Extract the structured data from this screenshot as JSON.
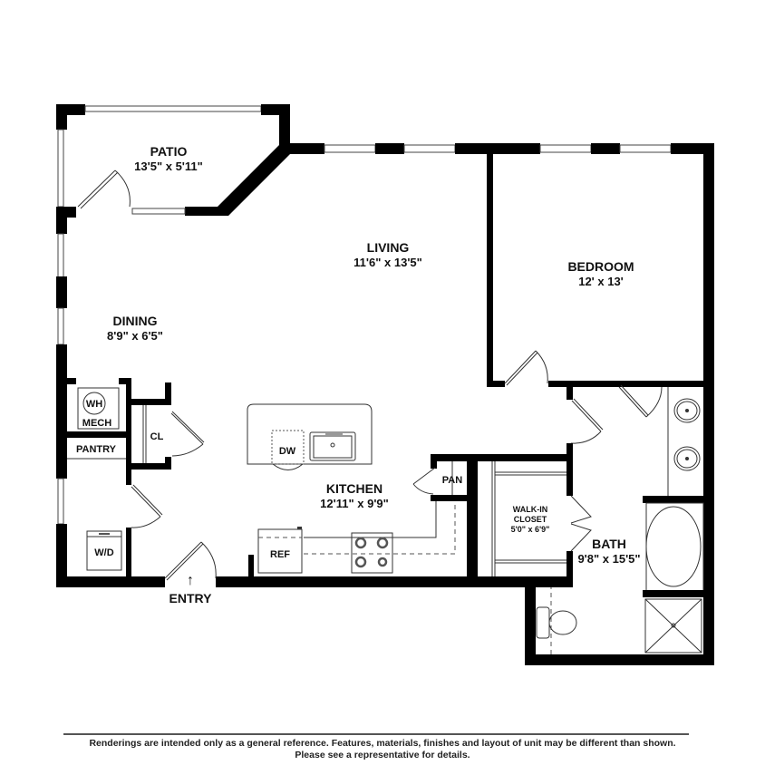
{
  "floorplan": {
    "rooms": {
      "patio": {
        "name": "PATIO",
        "dims": "13'5\" x 5'11\""
      },
      "living": {
        "name": "LIVING",
        "dims": "11'6\" x 13'5\""
      },
      "bedroom": {
        "name": "BEDROOM",
        "dims": "12' x 13'"
      },
      "dining": {
        "name": "DINING",
        "dims": "8'9\" x 6'5\""
      },
      "kitchen": {
        "name": "KITCHEN",
        "dims": "12'11\" x 9'9\""
      },
      "walkin": {
        "name_line1": "WALK-IN",
        "name_line2": "CLOSET",
        "dims": "5'0\" x 6'9\""
      },
      "bath": {
        "name": "BATH",
        "dims": "9'8\" x 15'5\""
      }
    },
    "fixtures": {
      "wh": "WH",
      "mech": "MECH",
      "pantry": "PANTRY",
      "cl": "CL",
      "wd": "W/D",
      "dw": "DW",
      "pan": "PAN",
      "ref": "REF"
    },
    "entry": {
      "label": "ENTRY",
      "arrow": "↑"
    }
  },
  "footer": {
    "line1": "Renderings are intended only as a general reference. Features, materials, finishes and layout of unit may be different than shown.",
    "line2": "Please see a representative for details."
  }
}
